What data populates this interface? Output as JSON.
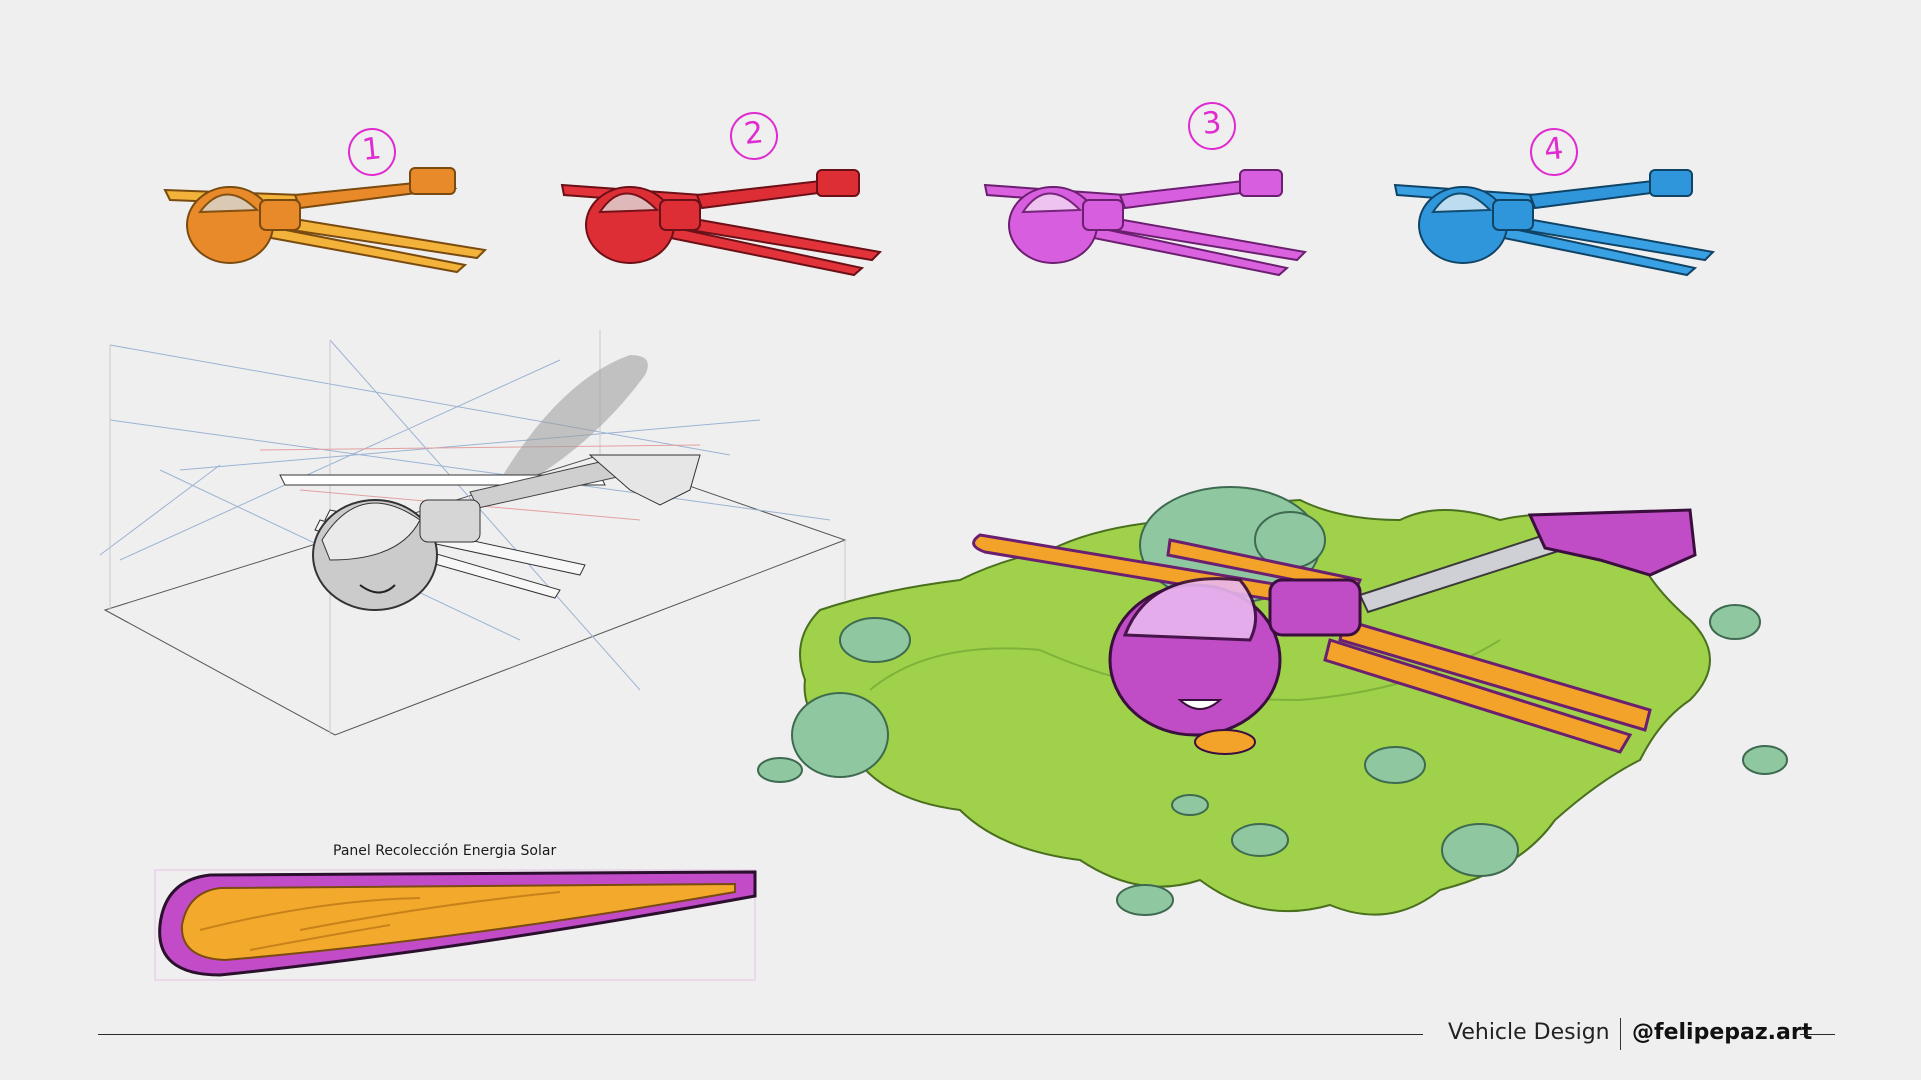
{
  "variants": [
    {
      "label": "1",
      "color": "#e88a2a",
      "wing": "#f3b23a"
    },
    {
      "label": "2",
      "color": "#dd2e36",
      "wing": "#e2333b"
    },
    {
      "label": "3",
      "color": "#d85ee0",
      "wing": "#da62de"
    },
    {
      "label": "4",
      "color": "#2f96dc",
      "wing": "#3aa0e4"
    }
  ],
  "panel": {
    "caption": "Panel Recolección Energia Solar",
    "frame_color": "#c24bc8",
    "fill_color": "#f3a92c"
  },
  "colors": {
    "grass": "#9fd24a",
    "grass_dark": "#7fb23a",
    "rock": "#8fc8a0",
    "vehicle_body": "#c04cc6",
    "vehicle_wing": "#f3a32a"
  },
  "footer": {
    "title": "Vehicle Design",
    "handle": "@felipepaz.art"
  }
}
